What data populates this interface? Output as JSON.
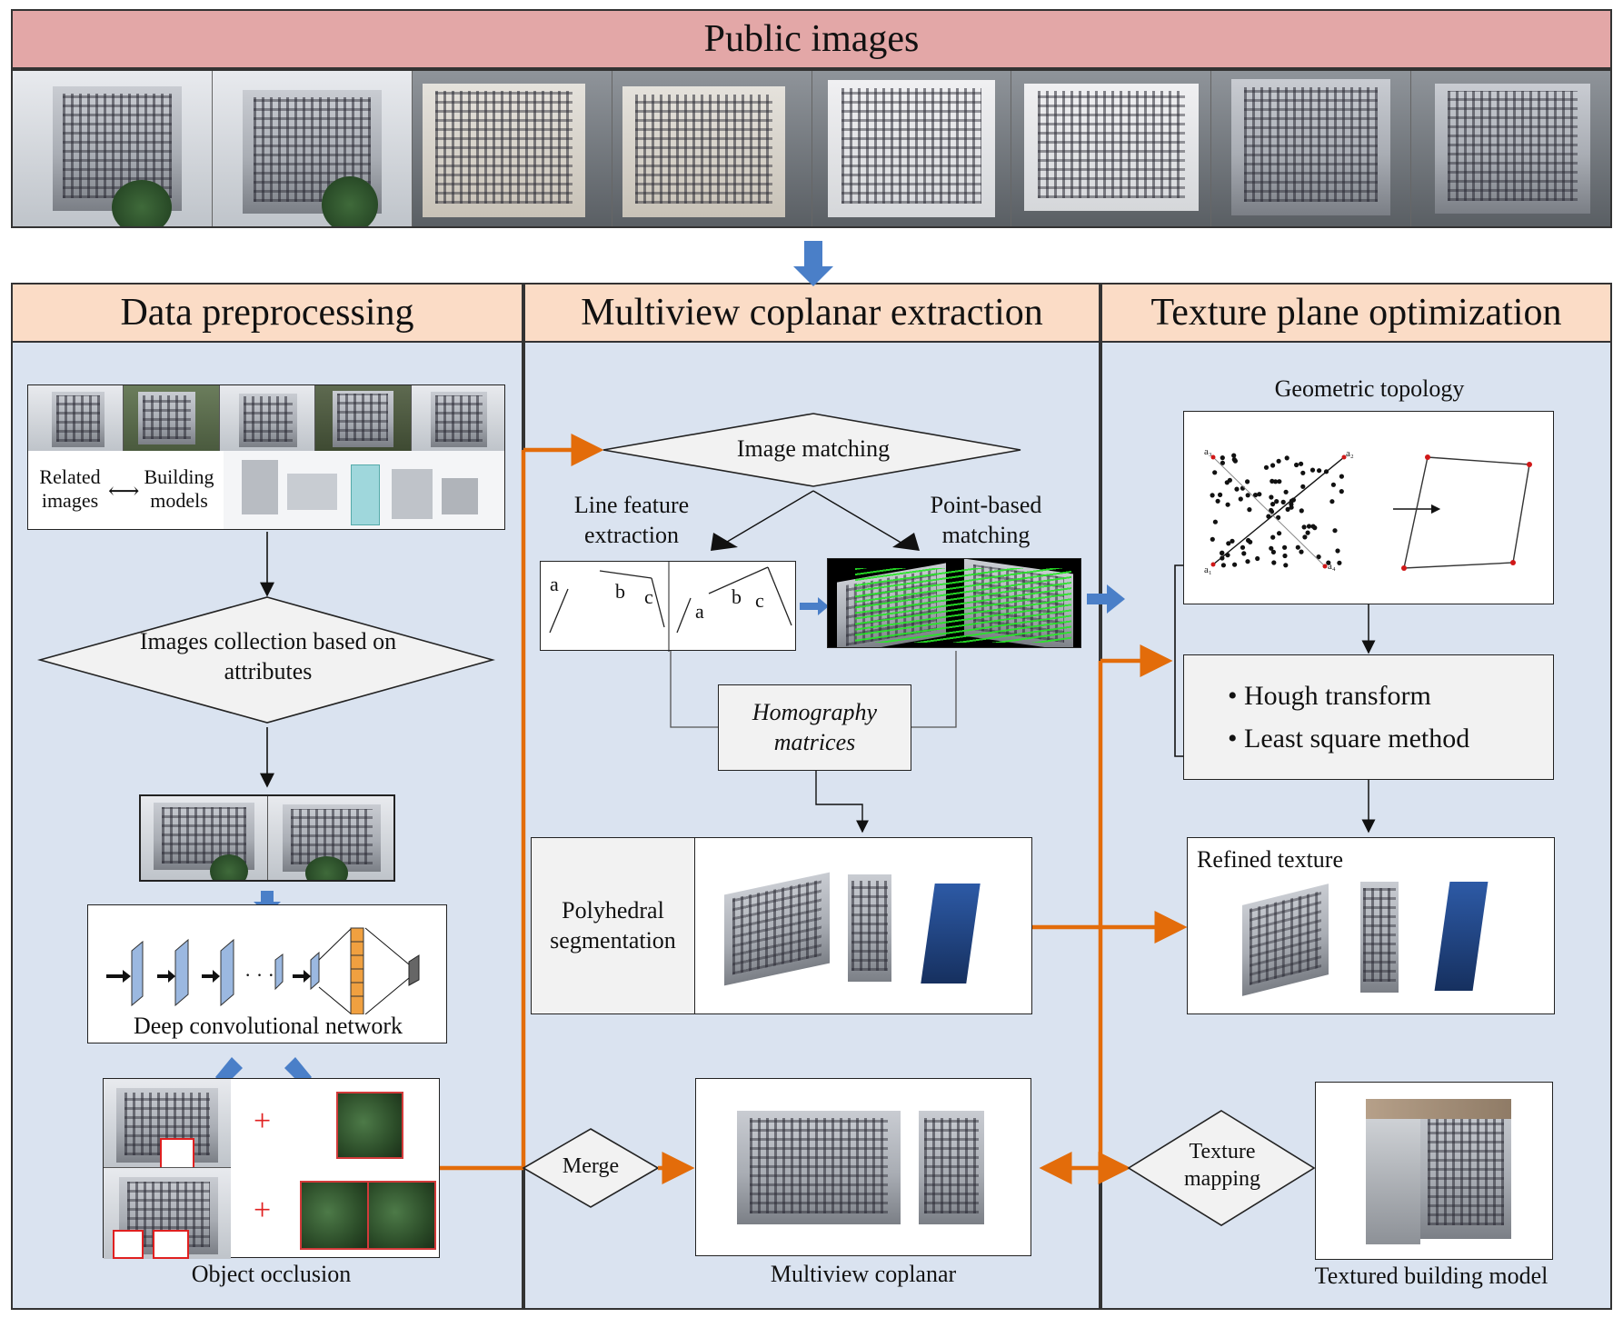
{
  "banner": {
    "title": "Public images"
  },
  "columns": {
    "col1": "Data preprocessing",
    "col2": "Multiview coplanar extraction",
    "col3": "Texture plane optimization"
  },
  "preprocessing": {
    "related_images": "Related images",
    "building_models": "Building models",
    "collection": "Images collection based on attributes",
    "dcn": "Deep convolutional network",
    "plus": "+",
    "ellipsis": "· · ·",
    "occlusion": "Object occlusion"
  },
  "coplanar": {
    "image_matching": "Image matching",
    "line_feature": "Line feature extraction",
    "point_matching": "Point-based matching",
    "line_a": "a",
    "line_b": "b",
    "line_c": "c",
    "homography": "Homography matrices",
    "polyhedral": "Polyhedral segmentation",
    "merge": "Merge",
    "multiview": "Multiview coplanar"
  },
  "optimization": {
    "geometric_topology": "Geometric topology",
    "pt_a1": "a₁",
    "pt_a2": "a₂",
    "pt_a3": "a₃",
    "pt_a4": "a₄",
    "hough": "Hough transform",
    "least_square": "Least square method",
    "bullet": "•",
    "refined": "Refined texture",
    "texture_mapping": "Texture mapping",
    "textured_model": "Textured building model"
  },
  "colors": {
    "orange": "#e36c0a",
    "blue": "#4a7fc8",
    "panel": "#dae3f0",
    "header": "#fbdcc6",
    "banner": "#e3a7a7"
  }
}
